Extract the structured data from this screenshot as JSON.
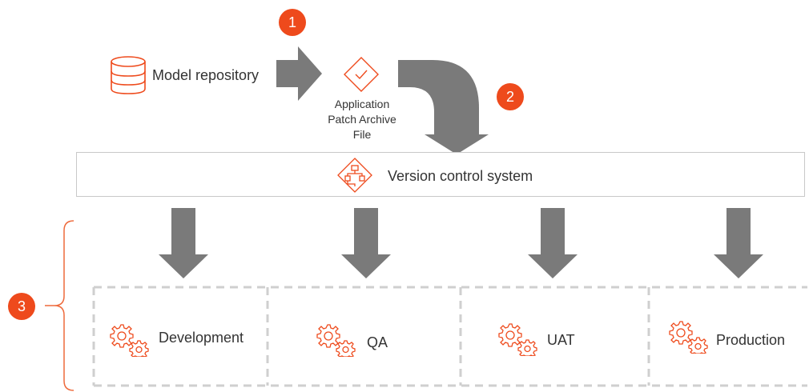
{
  "colors": {
    "accent": "#ee4a1c",
    "arrow": "#7a7a7a",
    "border": "#c9c9c9",
    "dashed": "#cfcfcf",
    "text": "#333333"
  },
  "steps": {
    "step1": "1",
    "step2": "2",
    "step3": "3"
  },
  "model_repository": {
    "label": "Model repository",
    "icon": "database-icon"
  },
  "patch_archive": {
    "line1": "Application",
    "line2": "Patch Archive",
    "line3": "File",
    "icon": "diamond-check-icon"
  },
  "version_control": {
    "label": "Version control system",
    "icon": "flow-diagram-icon"
  },
  "environments": [
    {
      "label": "Development",
      "icon": "gears-icon"
    },
    {
      "label": "QA",
      "icon": "gears-icon"
    },
    {
      "label": "UAT",
      "icon": "gears-icon"
    },
    {
      "label": "Production",
      "icon": "gears-icon"
    }
  ]
}
